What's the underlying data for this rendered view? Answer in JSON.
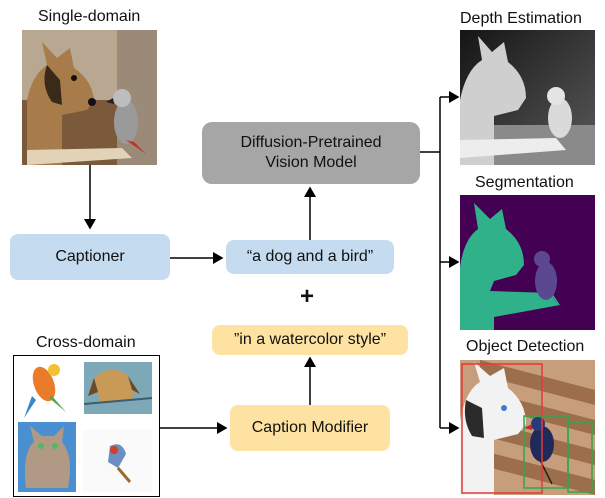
{
  "labels": {
    "single_domain": "Single-domain",
    "cross_domain": "Cross-domain",
    "depth": "Depth Estimation",
    "segmentation": "Segmentation",
    "detection": "Object Detection"
  },
  "boxes": {
    "captioner": "Captioner",
    "caption": "“a dog and a bird”",
    "model_line1": "Diffusion-Pretrained",
    "model_line2": "Vision Model",
    "plus": "+",
    "style_prompt": "”in a watercolor style”",
    "modifier": "Caption Modifier"
  },
  "colors": {
    "blue_box": "#c5dbef",
    "yellow_box": "#fde2a1",
    "gray_box": "#a6a6a6",
    "seg_purple": "#440154",
    "seg_teal": "#2fb189",
    "seg_violet": "#5b4890"
  }
}
